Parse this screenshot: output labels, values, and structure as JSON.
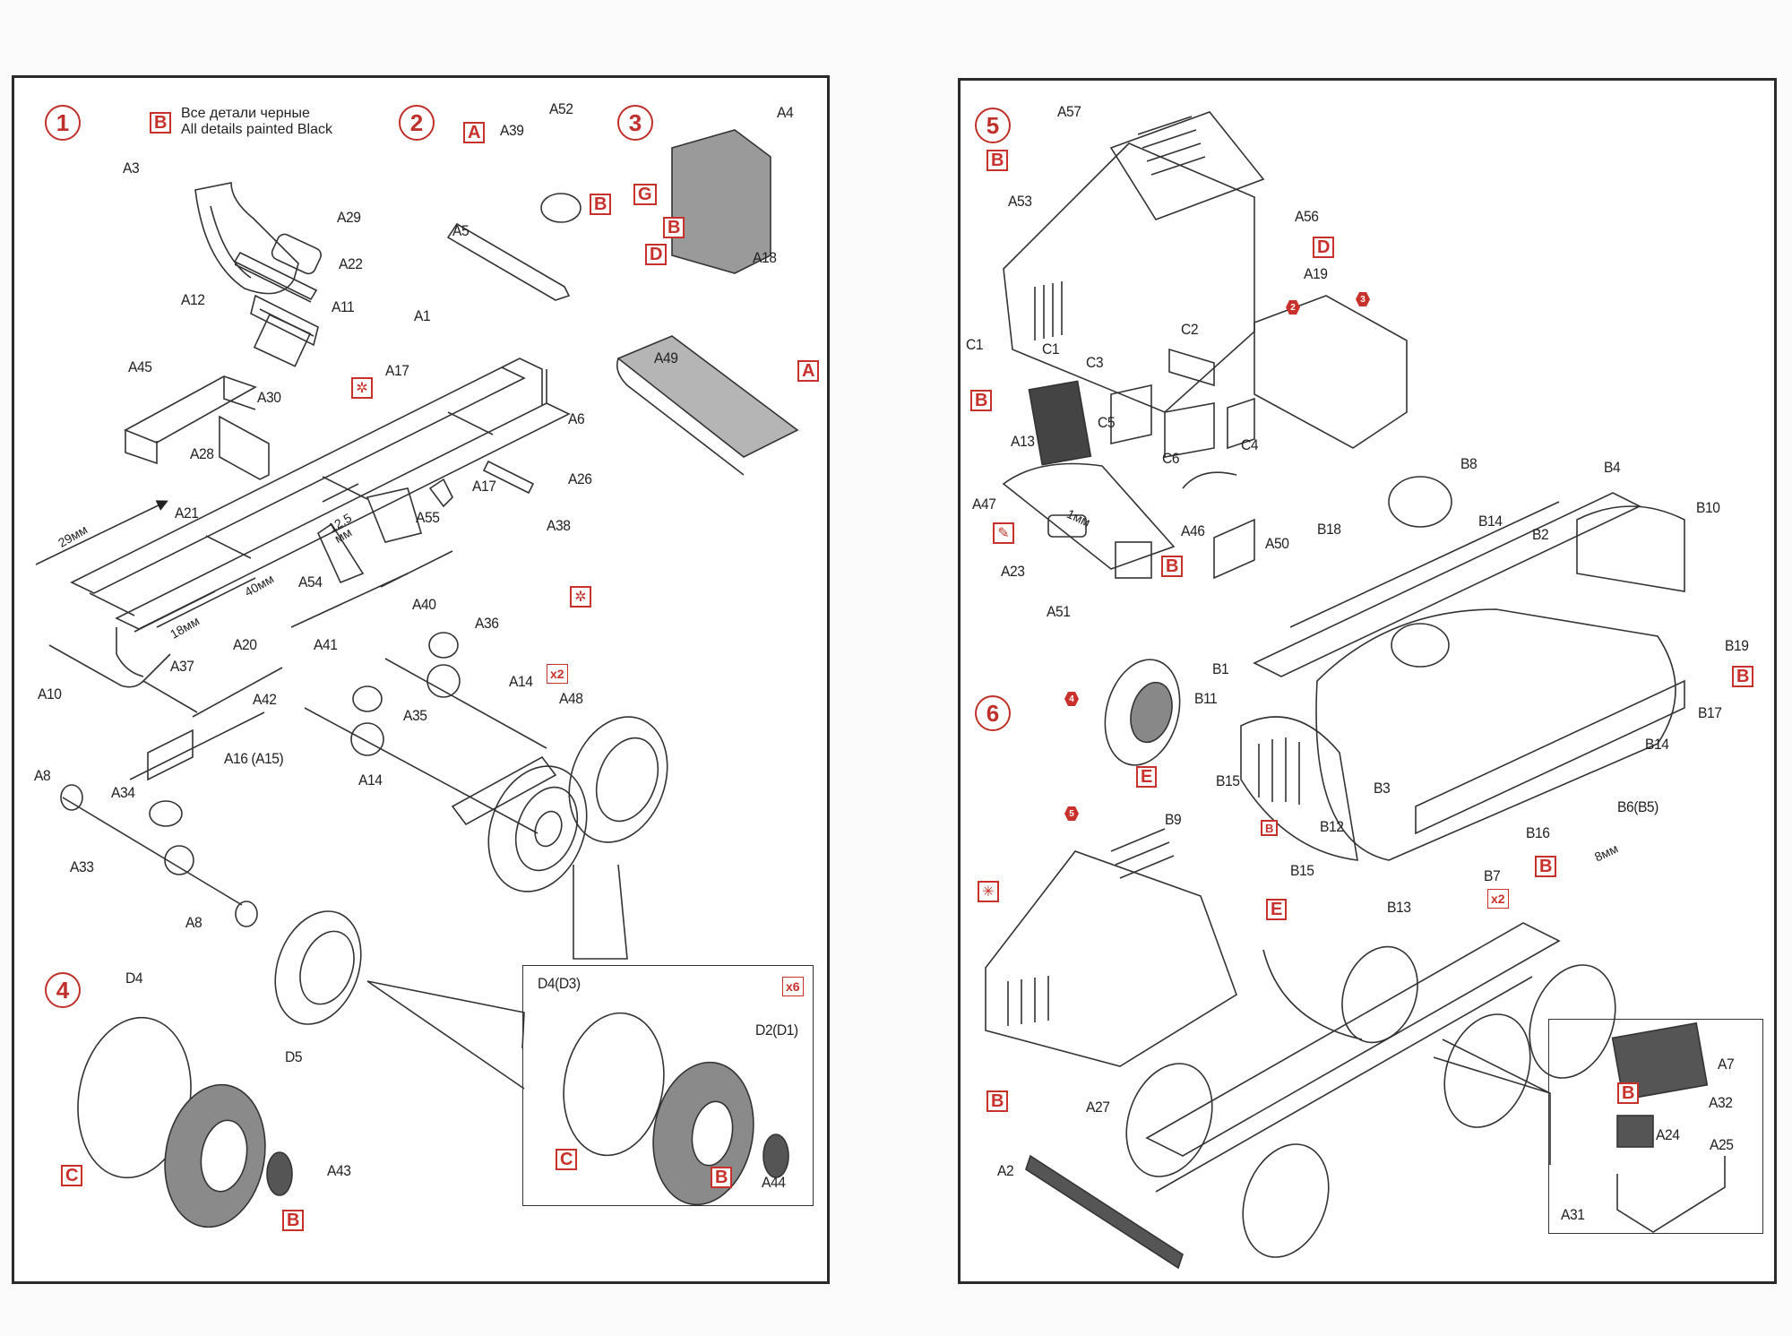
{
  "document": {
    "type": "model kit assembly instructions",
    "pages": 2
  },
  "left_page": {
    "steps": [
      {
        "number": "1"
      },
      {
        "number": "2"
      },
      {
        "number": "3"
      },
      {
        "number": "4"
      }
    ],
    "note": {
      "code": "B",
      "line_ru": "Все детали черные",
      "line_en": "All details painted Black"
    },
    "step1_labels": [
      "A3",
      "A29",
      "A22",
      "A12",
      "A11",
      "A1",
      "A45",
      "A30",
      "A17",
      "A6",
      "A28",
      "A26",
      "A17",
      "A21",
      "A55",
      "A38",
      "A54",
      "A20",
      "A41",
      "A40",
      "A36",
      "A10",
      "A37",
      "A42",
      "A14",
      "A48",
      "A35",
      "A16 (A15)",
      "A14",
      "A8",
      "A34",
      "A33",
      "A8"
    ],
    "step1_dimensions": [
      "29мм",
      "40мм",
      "18мм",
      "12.5 мм"
    ],
    "step1_multiplier": "x2",
    "step2_labels": [
      "A39",
      "A52",
      "A5"
    ],
    "step2_codes": [
      "A",
      "B"
    ],
    "step3_labels": [
      "A4",
      "A18",
      "A49"
    ],
    "step3_codes": [
      "G",
      "B",
      "D",
      "A"
    ],
    "step4_labels": [
      "D4",
      "D5",
      "A43"
    ],
    "step4_codes": [
      "C",
      "B"
    ],
    "inset": {
      "multiplier": "x6",
      "labels": [
        "D4(D3)",
        "D2(D1)",
        "A44"
      ],
      "codes": [
        "C",
        "B"
      ]
    }
  },
  "right_page": {
    "steps": [
      {
        "number": "5"
      },
      {
        "number": "6"
      }
    ],
    "step5_labels": [
      "A57",
      "A53",
      "A56",
      "A19",
      "C1",
      "C1",
      "C2",
      "C3",
      "C5",
      "C6",
      "C4",
      "A13",
      "A47",
      "A46",
      "A23",
      "A51",
      "A50"
    ],
    "step5_dimension": "1мм",
    "step5_codes": [
      "B",
      "D",
      "B",
      "B"
    ],
    "step5_refs": [
      "2",
      "3"
    ],
    "step6_labels": [
      "B8",
      "B4",
      "B10",
      "B18",
      "B14",
      "B2",
      "B19",
      "B1",
      "B11",
      "B17",
      "B15",
      "B14",
      "B3",
      "B9",
      "B12",
      "B6(B5)",
      "B16",
      "B15",
      "B7",
      "B13",
      "A27",
      "A7",
      "A32",
      "A2",
      "A24",
      "A25",
      "A31"
    ],
    "step6_dimension": "8мм",
    "step6_codes": [
      "B",
      "E",
      "B",
      "B",
      "E",
      "B",
      "B"
    ],
    "step6_multiplier": "x2",
    "step6_refs": [
      "4",
      "5"
    ]
  }
}
